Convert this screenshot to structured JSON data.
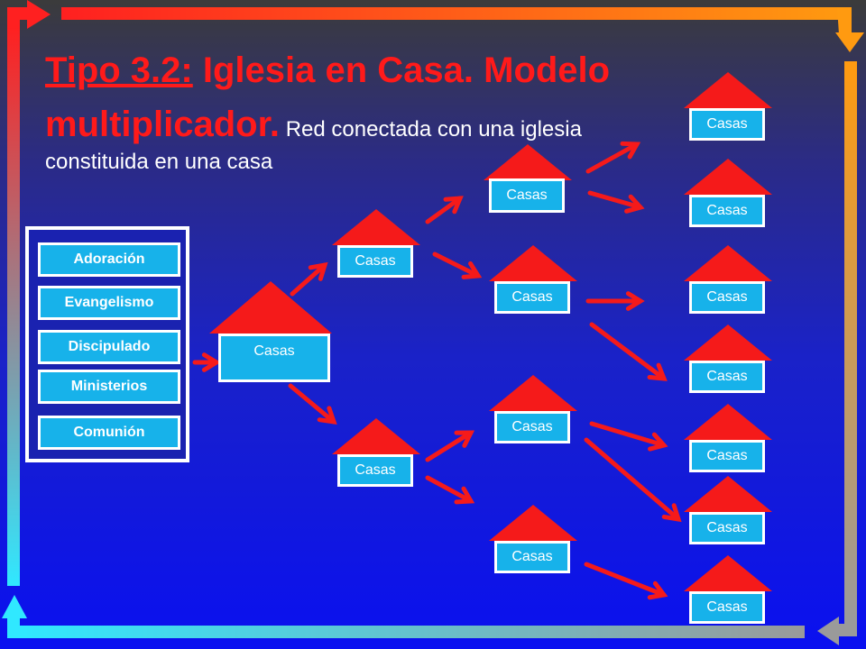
{
  "title": {
    "main": "Tipo 3.2:",
    "main2": " Iglesia en Casa. Modelo multiplicador.",
    "subtitle": " Red conectada con una iglesia",
    "subtitle2": "constituida en una casa"
  },
  "attributes": [
    "Adoración",
    "Evangelismo",
    "Discipulado",
    "Ministerios",
    "Comunión"
  ],
  "house_label": "Casas",
  "colors": {
    "red": "#f51a1a",
    "cyan": "#17b2ea",
    "white": "#ffffff"
  }
}
